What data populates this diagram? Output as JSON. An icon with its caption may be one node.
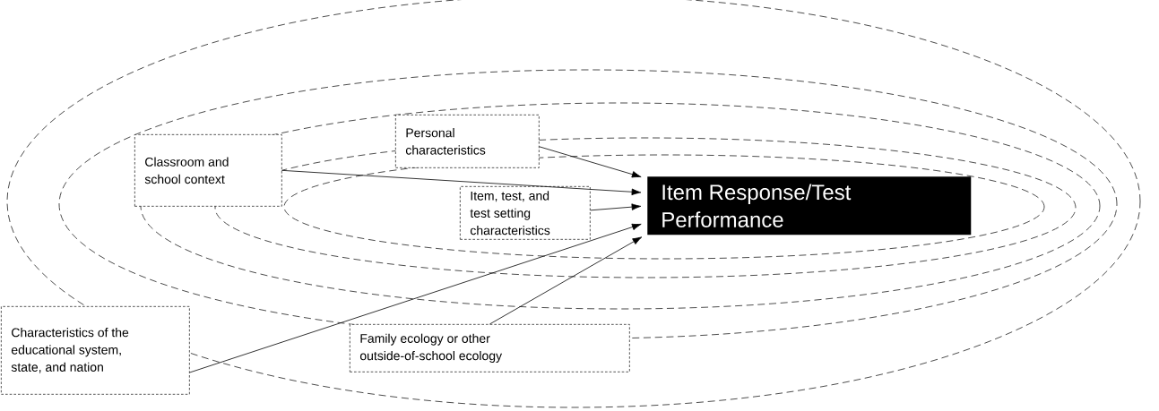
{
  "diagram": {
    "nodes": [
      {
        "text": [
          "Item Response/Test Performance"
        ]
      },
      {
        "text": [
          "Personal characteristics"
        ]
      },
      {
        "text": [
          "Classroom and school context"
        ]
      },
      {
        "text": [
          "Item, test, and test setting characteristics"
        ]
      },
      {
        "text": [
          "Characteristics of the educational system, state, and nation"
        ]
      },
      {
        "text": [
          "Family ecology or other outside-of-school ecology"
        ]
      }
    ],
    "edges": [
      {
        "from": 1,
        "to": 0,
        "arrow": "to"
      },
      {
        "from": 2,
        "to": 0,
        "arrow": "to"
      },
      {
        "from": 4,
        "to": 0,
        "arrow": "to"
      },
      {
        "from": 3,
        "to": 0,
        "arrow": "to"
      },
      {
        "from": 5,
        "to": 0,
        "arrow": "to"
      }
    ]
  }
}
